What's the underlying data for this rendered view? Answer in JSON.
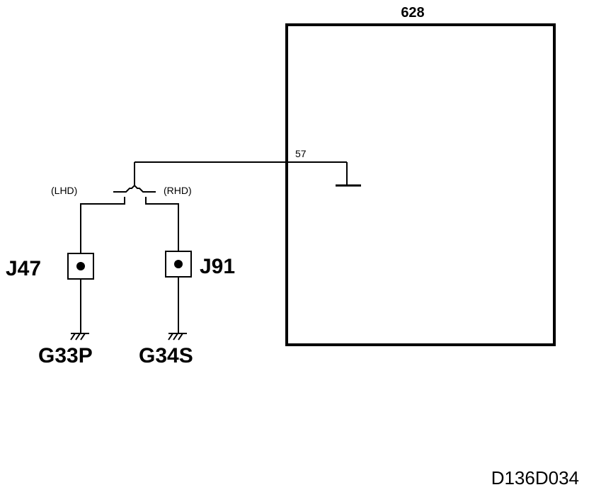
{
  "component": {
    "id": "628",
    "pin": "57"
  },
  "branches": {
    "left": "(LHD)",
    "right": "(RHD)"
  },
  "connectors": [
    {
      "id": "J47",
      "ground": "G33P"
    },
    {
      "id": "J91",
      "ground": "G34S"
    }
  ],
  "figure_code": "D136D034",
  "colors": {
    "line": "#000000",
    "background": "#ffffff"
  }
}
